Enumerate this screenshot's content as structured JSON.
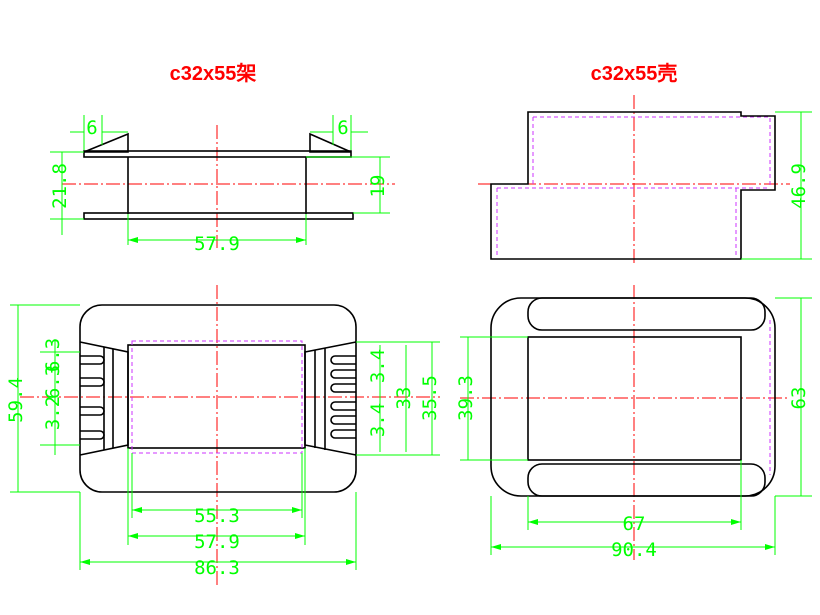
{
  "titles": {
    "frame": "c32x55架",
    "shell": "c32x55壳"
  },
  "colors": {
    "title": "#ff0000",
    "dimension": "#00ff00",
    "outline": "#000000",
    "centerline": "#ff0000",
    "hidden": "#cc33ff"
  },
  "frame_side": {
    "tab_left": "6",
    "tab_right": "6",
    "height_total": "21.8",
    "height_inner": "19",
    "width_body": "57.9"
  },
  "frame_top": {
    "height_total": "59.4",
    "pin_pitch_left_1": "6.3",
    "pin_pitch_left_2": "6.3",
    "pin_offset_left": "3.2",
    "pin_pitch_right_1": "3.4",
    "pin_pitch_right_2": "3.4",
    "inner_height": "33",
    "window_height": "35.5",
    "width_window": "55.3",
    "width_body": "57.9",
    "width_total": "86.3"
  },
  "shell_side": {
    "height_total": "46.9"
  },
  "shell_top": {
    "inner_height": "39.3",
    "height_total": "63",
    "width_inner": "67",
    "width_total": "90.4"
  }
}
